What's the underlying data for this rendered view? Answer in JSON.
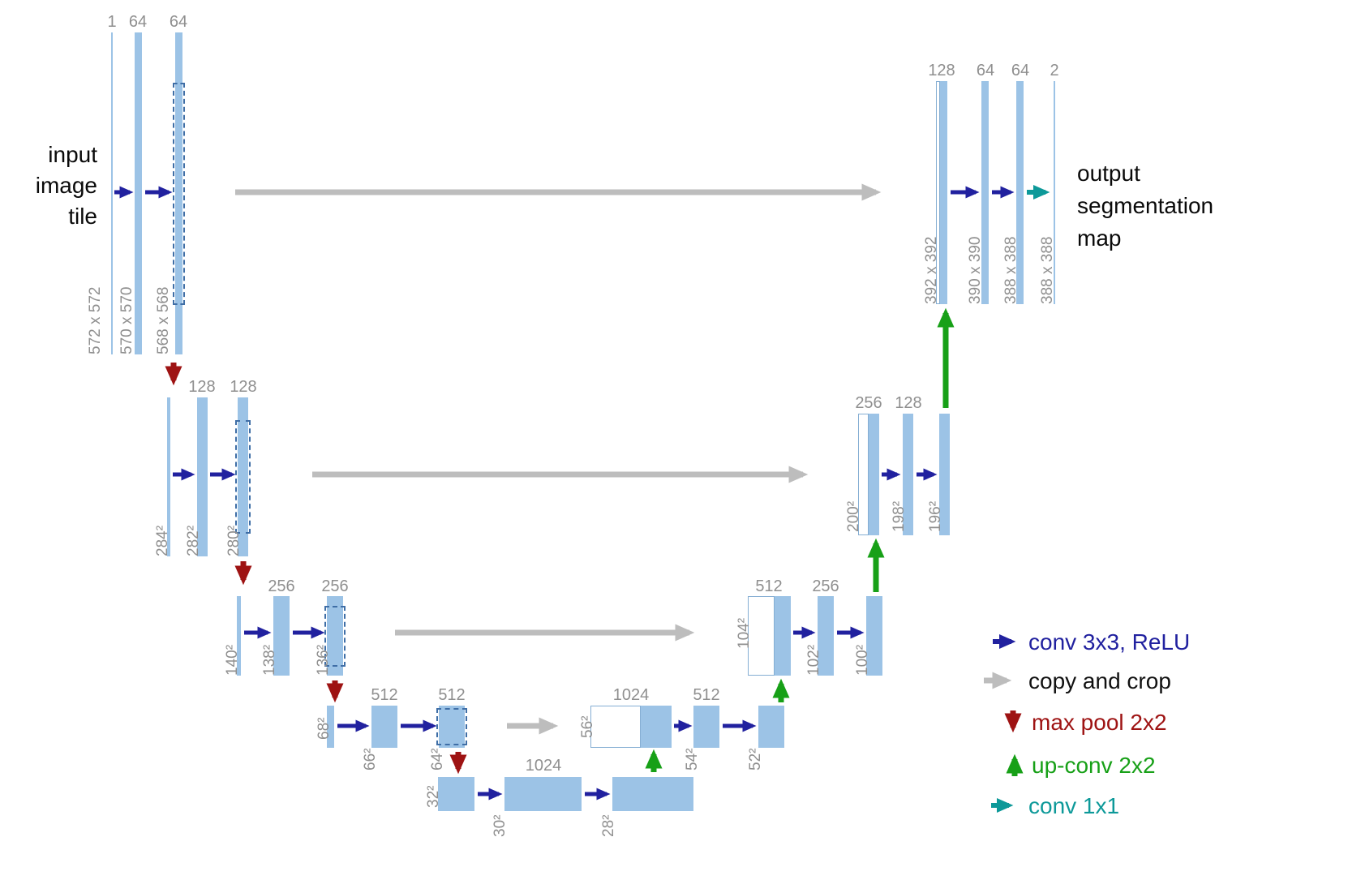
{
  "io": {
    "input": [
      "input",
      "image",
      "tile"
    ],
    "output": [
      "output",
      "segmentation",
      "map"
    ]
  },
  "encoder": [
    {
      "channels": [
        "1",
        "64",
        "64"
      ],
      "sizes": [
        "572 x 572",
        "570 x 570",
        "568 x 568"
      ]
    },
    {
      "channels": [
        "128",
        "128"
      ],
      "sizes": [
        "284²",
        "282²",
        "280²"
      ]
    },
    {
      "channels": [
        "256",
        "256"
      ],
      "sizes": [
        "140²",
        "138²",
        "136²"
      ]
    },
    {
      "channels": [
        "512",
        "512"
      ],
      "sizes": [
        "68²",
        "66²",
        "64²"
      ]
    },
    {
      "channels": [
        "1024"
      ],
      "sizes": [
        "32²",
        "30²",
        "28²"
      ]
    }
  ],
  "decoder": [
    {
      "channels": [
        "1024",
        "512"
      ],
      "sizes": [
        "56²",
        "54²",
        "52²"
      ]
    },
    {
      "channels": [
        "512",
        "256"
      ],
      "sizes": [
        "104²",
        "102²",
        "100²"
      ]
    },
    {
      "channels": [
        "256",
        "128"
      ],
      "sizes": [
        "200²",
        "198²",
        "196²"
      ]
    },
    {
      "channels": [
        "128",
        "64",
        "64",
        "2"
      ],
      "sizes": [
        "392 x 392",
        "390 x 390",
        "388 x 388",
        "388 x 388"
      ]
    }
  ],
  "legend": [
    {
      "label": "conv 3x3, ReLU"
    },
    {
      "label": "copy and crop"
    },
    {
      "label": "max pool 2x2"
    },
    {
      "label": "up-conv 2x2"
    },
    {
      "label": "conv 1x1"
    }
  ],
  "colors": {
    "conv_arrow": "#21219f",
    "copy_arrow": "#bdbdbd",
    "pool_arrow": "#9e1313",
    "upconv_arrow": "#17a017",
    "conv1x1_arrow": "#0d9999",
    "feature_fill": "#9cc3e6",
    "feature_border": "#85aed3",
    "crop_border": "#3f6ea6",
    "dim_label": "#8f8f8f"
  }
}
